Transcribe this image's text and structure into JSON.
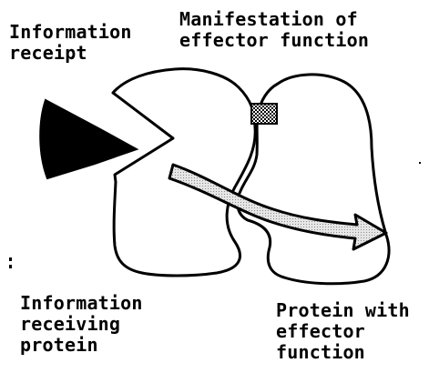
{
  "labels": {
    "information_receipt": [
      "Information",
      "receipt"
    ],
    "effector_manifestation": [
      "Manifestation of",
      "effector function"
    ],
    "receiving_protein": [
      "Information",
      "receiving",
      "protein"
    ],
    "effector_protein": [
      "Protein with",
      "effector",
      "function"
    ]
  },
  "colors": {
    "ink": "#000000",
    "background": "#ffffff",
    "arrow_fill": "#d8d8d8",
    "hatch": "#2a2a2a"
  }
}
